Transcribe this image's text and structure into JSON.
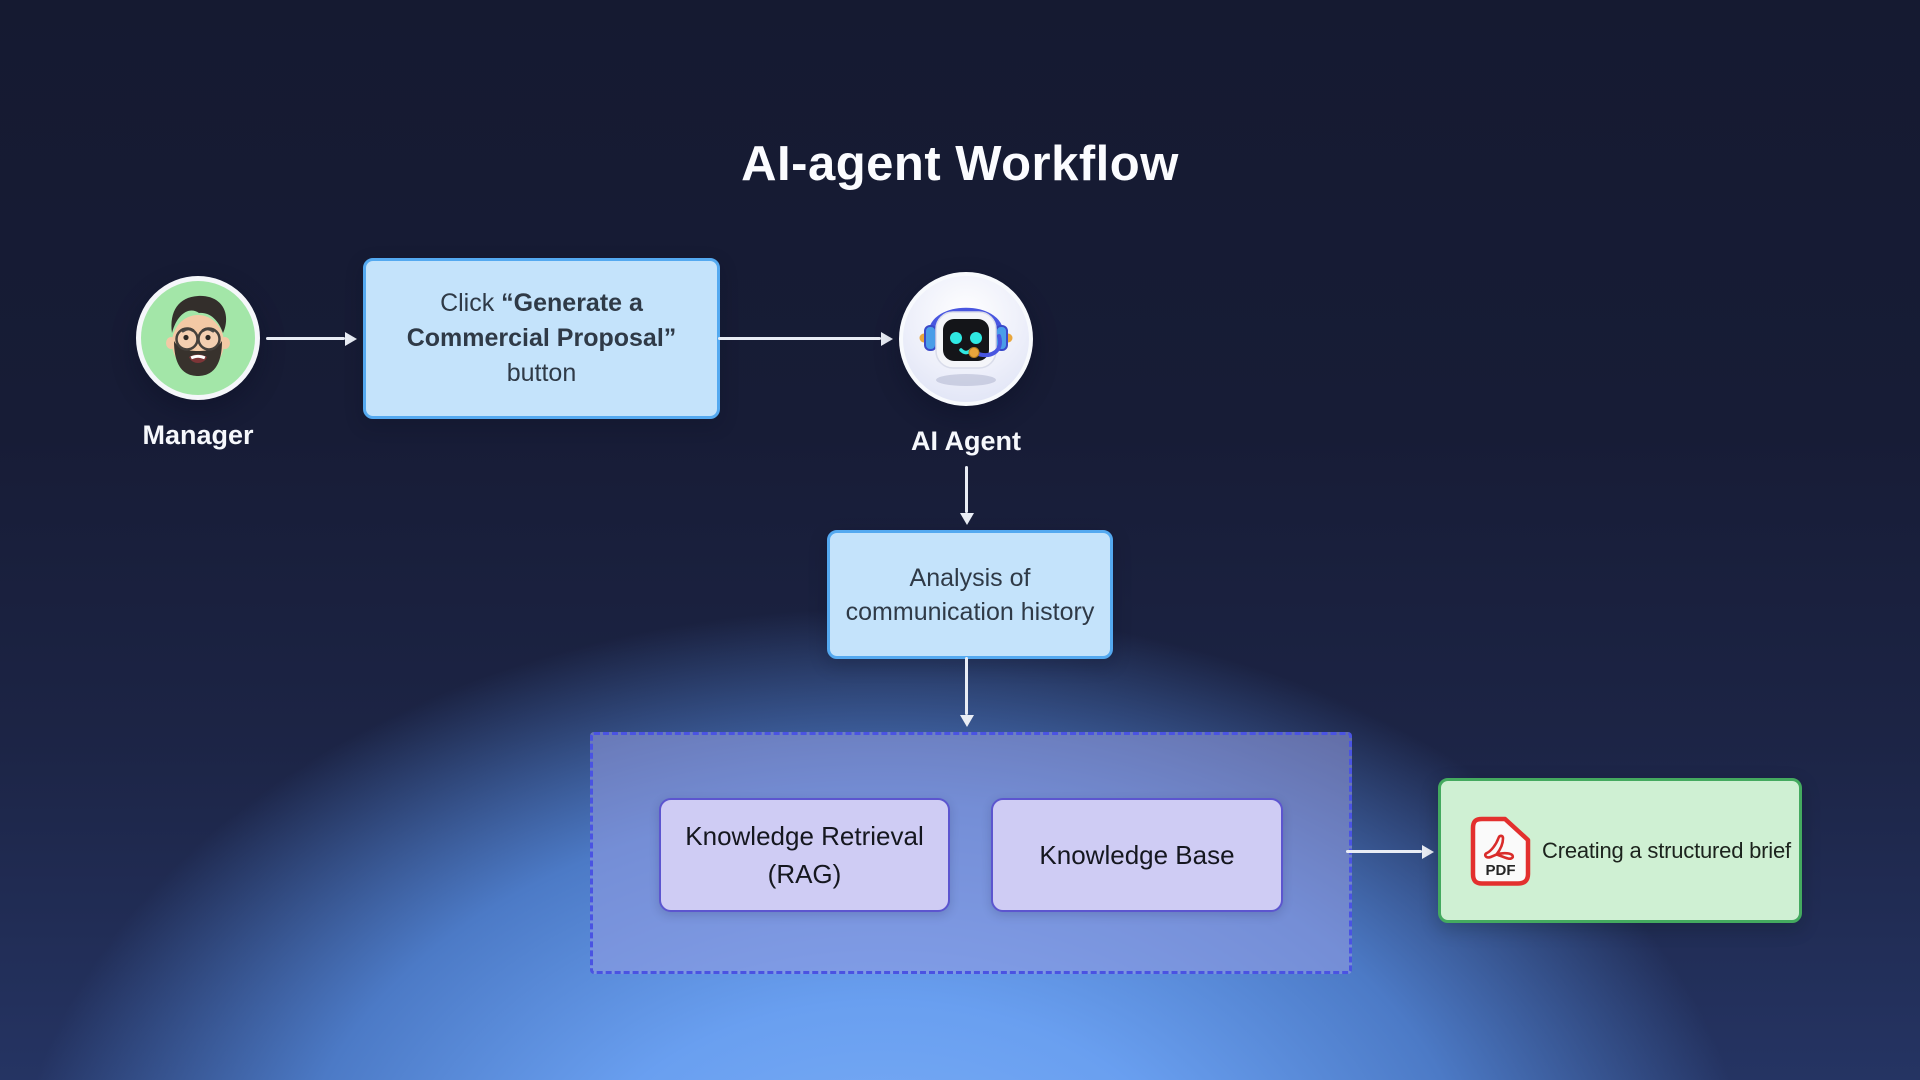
{
  "title": "AI-agent Workflow",
  "colors": {
    "background_top": "#171c36",
    "background_glow": "#699ff0",
    "blue_box_fill": "#c4e3fb",
    "blue_box_border": "#54a9f0",
    "group_fill": "#939de2",
    "group_border": "#4a53e2",
    "purple_box_fill": "#cfccf4",
    "purple_box_border": "#5c55cf",
    "green_box_fill": "#cff0d3",
    "green_box_border": "#44aa5f",
    "manager_circle": "#a3e6a8",
    "arrow": "#e9edf5",
    "pdf_red": "#e3302e",
    "robot_eyes": "#2fe9e2",
    "headphones_blue": "#4956e0"
  },
  "nodes": {
    "manager": {
      "label": "Manager"
    },
    "click_box": {
      "text_regular_1": "Click ",
      "text_bold_1": "“Generate a",
      "text_bold_2": "Commercial Proposal”",
      "text_regular_2": "button"
    },
    "ai_agent": {
      "label": "AI Agent"
    },
    "analysis_box": {
      "line1": "Analysis of",
      "line2": "communication history"
    },
    "knowledge_group": {
      "retrieval_box": {
        "line1": "Knowledge Retrieval",
        "line2": "(RAG)"
      },
      "base_box": {
        "label": "Knowledge Base"
      }
    },
    "output_box": {
      "label": "Creating a structured brief",
      "pdf_badge": "PDF"
    }
  }
}
